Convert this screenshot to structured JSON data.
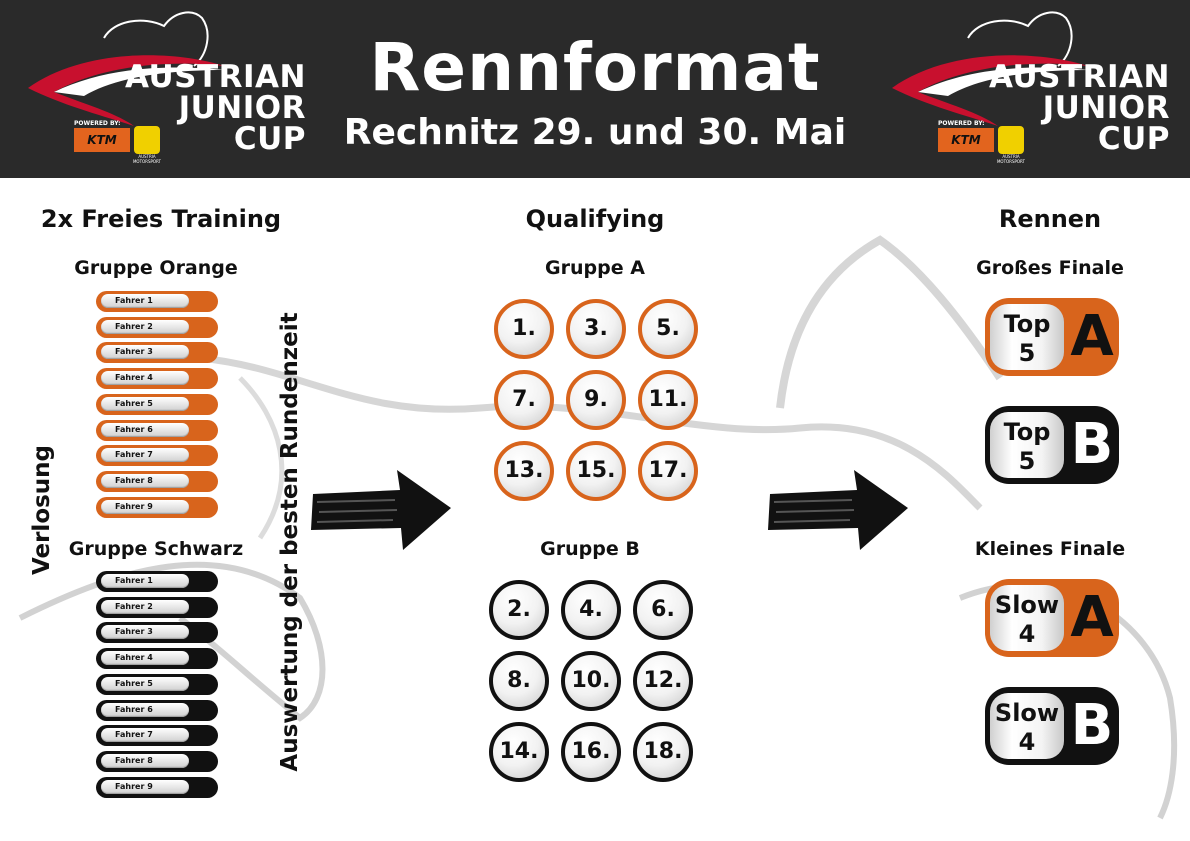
{
  "header": {
    "title": "Rennformat",
    "subtitle": "Rechnitz 29. und 30. Mai",
    "logo": {
      "words": [
        "AUSTRIAN",
        "JUNIOR",
        "CUP"
      ],
      "powered_by": "POWERED BY:",
      "sponsor": "KTM",
      "seal_caption": "AUSTRIA MOTORSPORT"
    }
  },
  "training": {
    "heading": "2x Freies Training",
    "side_label": "Verlosung",
    "evaluation_label": "Auswertung der besten Rundenzeit",
    "groups": [
      {
        "name": "Gruppe Orange",
        "color": "orange",
        "riders": [
          "Fahrer 1",
          "Fahrer 2",
          "Fahrer 3",
          "Fahrer 4",
          "Fahrer 5",
          "Fahrer 6",
          "Fahrer 7",
          "Fahrer 8",
          "Fahrer 9"
        ]
      },
      {
        "name": "Gruppe Schwarz",
        "color": "black",
        "riders": [
          "Fahrer 1",
          "Fahrer 2",
          "Fahrer 3",
          "Fahrer 4",
          "Fahrer 5",
          "Fahrer 6",
          "Fahrer 7",
          "Fahrer 8",
          "Fahrer 9"
        ]
      }
    ]
  },
  "qualifying": {
    "heading": "Qualifying",
    "groups": [
      {
        "name": "Gruppe A",
        "color": "orange",
        "positions": [
          "1.",
          "3.",
          "5.",
          "7.",
          "9.",
          "11.",
          "13.",
          "15.",
          "17."
        ]
      },
      {
        "name": "Gruppe B",
        "color": "black",
        "positions": [
          "2.",
          "4.",
          "6.",
          "8.",
          "10.",
          "12.",
          "14.",
          "16.",
          "18."
        ]
      }
    ]
  },
  "races": {
    "heading": "Rennen",
    "finals": [
      {
        "name": "Großes Finale",
        "entries": [
          {
            "line1": "Top",
            "line2": "5",
            "letter": "A",
            "color": "orange"
          },
          {
            "line1": "Top",
            "line2": "5",
            "letter": "B",
            "color": "black"
          }
        ]
      },
      {
        "name": "Kleines Finale",
        "entries": [
          {
            "line1": "Slow",
            "line2": "4",
            "letter": "A",
            "color": "orange"
          },
          {
            "line1": "Slow",
            "line2": "4",
            "letter": "B",
            "color": "black"
          }
        ]
      }
    ]
  },
  "colors": {
    "header_bg": "#2a2a2a",
    "orange": "#d8641c",
    "black": "#111111",
    "red": "#c8102e"
  },
  "icons": [
    "motorcycle-rider-icon",
    "arrow-right-icon"
  ]
}
